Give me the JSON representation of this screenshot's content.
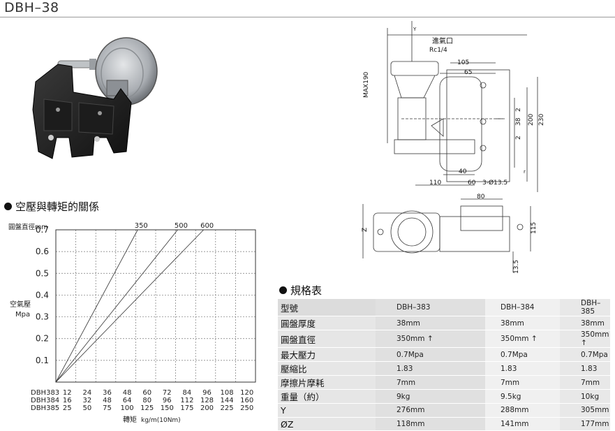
{
  "title": "DBH–38",
  "chart_section": {
    "heading": "空壓與轉矩的關係"
  },
  "spec_section": {
    "heading": "規格表"
  },
  "drawing": {
    "inlet_label": "進氣口",
    "inlet_spec": "Rc1/4",
    "dims": {
      "y": "Y",
      "max190": "MAX190",
      "d105": "105",
      "d65": "65",
      "d2a": "2",
      "d38": "38",
      "d2b": "2",
      "d200": "200",
      "d230": "230",
      "d40": "40",
      "d110": "110",
      "d60": "60",
      "holes": "3-Ø13.5",
      "r": "r",
      "d80": "80",
      "z": "Z",
      "d115": "115",
      "d13_5": "13.5"
    }
  },
  "chart_data": {
    "type": "line",
    "ylabel_top": "圓盤直徑mm",
    "ylabel": "空氣壓",
    "yunit": "Mpa",
    "xlabel": "轉矩",
    "xunit": "kg/m(10Nm)",
    "yticks": [
      "0.7",
      "0.6",
      "0.5",
      "0.4",
      "0.3",
      "0.2",
      "0.1"
    ],
    "ylim": [
      0,
      0.7
    ],
    "x_rows": [
      {
        "name": "DBH383",
        "values": [
          "12",
          "24",
          "36",
          "48",
          "60",
          "72",
          "84",
          "96",
          "108",
          "120"
        ]
      },
      {
        "name": "DBH384",
        "values": [
          "16",
          "32",
          "48",
          "64",
          "80",
          "96",
          "112",
          "128",
          "144",
          "160"
        ]
      },
      {
        "name": "DBH385",
        "values": [
          "25",
          "50",
          "75",
          "100",
          "125",
          "150",
          "175",
          "200",
          "225",
          "250"
        ]
      }
    ],
    "series": [
      {
        "name": "350",
        "x_step_at_max": 4.1
      },
      {
        "name": "500",
        "x_step_at_max": 6.1
      },
      {
        "name": "600",
        "x_step_at_max": 7.4
      }
    ],
    "grid": true
  },
  "spec_table": {
    "headers": [
      "型號",
      "DBH–383",
      "DBH–384",
      "DBH–385"
    ],
    "rows": [
      [
        "圓盤厚度",
        "38mm",
        "38mm",
        "38mm"
      ],
      [
        "圓盤直徑",
        "350mm ↑",
        "350mm ↑",
        "350mm ↑"
      ],
      [
        "最大壓力",
        "0.7Mpa",
        "0.7Mpa",
        "0.7Mpa"
      ],
      [
        "壓縮比",
        "1.83",
        "1.83",
        "1.83"
      ],
      [
        "摩擦片摩耗",
        "7mm",
        "7mm",
        "7mm"
      ],
      [
        "重量（約）",
        "9kg",
        "9.5kg",
        "10kg"
      ],
      [
        "Y",
        "276mm",
        "288mm",
        "305mm"
      ],
      [
        "ØZ",
        "118mm",
        "141mm",
        "177mm"
      ]
    ]
  }
}
